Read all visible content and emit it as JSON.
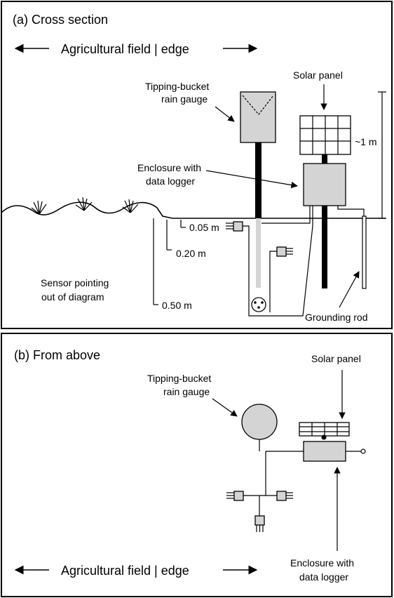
{
  "panel_a": {
    "title": "(a) Cross section",
    "field_edge": "Agricultural field | edge",
    "solar_panel": "Solar panel",
    "rain_gauge_line1": "Tipping-bucket",
    "rain_gauge_line2": "rain gauge",
    "enclosure_line1": "Enclosure with",
    "enclosure_line2": "data logger",
    "height": "~1 m",
    "depth1": "0.05 m",
    "depth2": "0.20 m",
    "depth3": "0.50 m",
    "sensor_line1": "Sensor pointing",
    "sensor_line2": "out of diagram",
    "grounding_rod": "Grounding rod"
  },
  "panel_b": {
    "title": "(b) From above",
    "solar_panel": "Solar panel",
    "rain_gauge_line1": "Tipping-bucket",
    "rain_gauge_line2": "rain gauge",
    "enclosure_line1": "Enclosure with",
    "enclosure_line2": "data logger",
    "field_edge": "Agricultural field | edge"
  }
}
